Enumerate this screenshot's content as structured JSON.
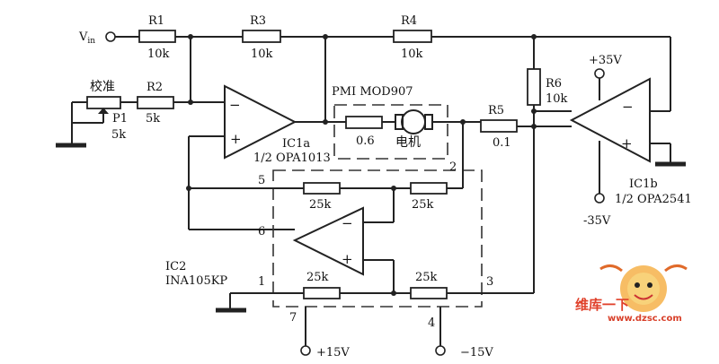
{
  "input": {
    "label": "V",
    "sub": "in"
  },
  "resistors": {
    "r1": {
      "name": "R1",
      "value": "10k"
    },
    "r2": {
      "name": "R2",
      "value": "5k"
    },
    "r3": {
      "name": "R3",
      "value": "10k"
    },
    "r4": {
      "name": "R4",
      "value": "10k"
    },
    "r5": {
      "name": "R5",
      "value": "0.1"
    },
    "r6": {
      "name": "R6",
      "value": "10k"
    },
    "motor_r": {
      "value": "0.6"
    }
  },
  "pot": {
    "label": "校准",
    "name": "P1",
    "value": "5k"
  },
  "motor": {
    "title": "PMI MOD907",
    "label": "电机"
  },
  "ic1a": {
    "name": "IC1a",
    "part": "1/2 OPA1013"
  },
  "ic1b": {
    "name": "IC1b",
    "part": "1/2 OPA2541"
  },
  "ic2": {
    "name": "IC2",
    "part": "INA105KP",
    "r_top_left": "25k",
    "r_top_right": "25k",
    "r_bot_left": "25k",
    "r_bot_right": "25k"
  },
  "supplies": {
    "pos35": "+35V",
    "neg35": "-35V",
    "pos15": "+15V",
    "neg15": "−15V"
  },
  "opamp_signs": {
    "minus": "−",
    "plus": "+"
  },
  "pins": {
    "p1": "1",
    "p2": "2",
    "p3": "3",
    "p4": "4",
    "p5": "5",
    "p6": "6",
    "p7": "7"
  },
  "watermark": {
    "brand": "维库一下",
    "url": "www.dzsc.com"
  }
}
